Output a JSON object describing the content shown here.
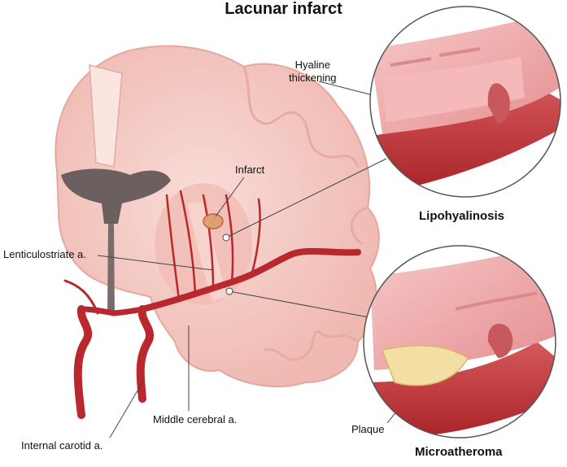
{
  "title": "Lacunar infarct",
  "labels": {
    "hyaline": [
      "Hyaline",
      "thickening"
    ],
    "infarct": "Infarct",
    "lipohyalinosis": "Lipohyalinosis",
    "lenticulostriate": "Lenticulostriate a.",
    "middle_cerebral": "Middle cerebral a.",
    "internal_carotid": "Internal carotid a.",
    "plaque": "Plaque",
    "microatheroma": "Microatheroma"
  },
  "colors": {
    "brain_pink": "#f4c9c3",
    "gray_matter": "#efb4ad",
    "artery_red": "#b8282c",
    "ventricle": "#6b5f5f",
    "vessel_wall": "#f2a7a8",
    "plaque_yellow": "#f3dfa4",
    "infarct_orange": "#e0a070"
  }
}
